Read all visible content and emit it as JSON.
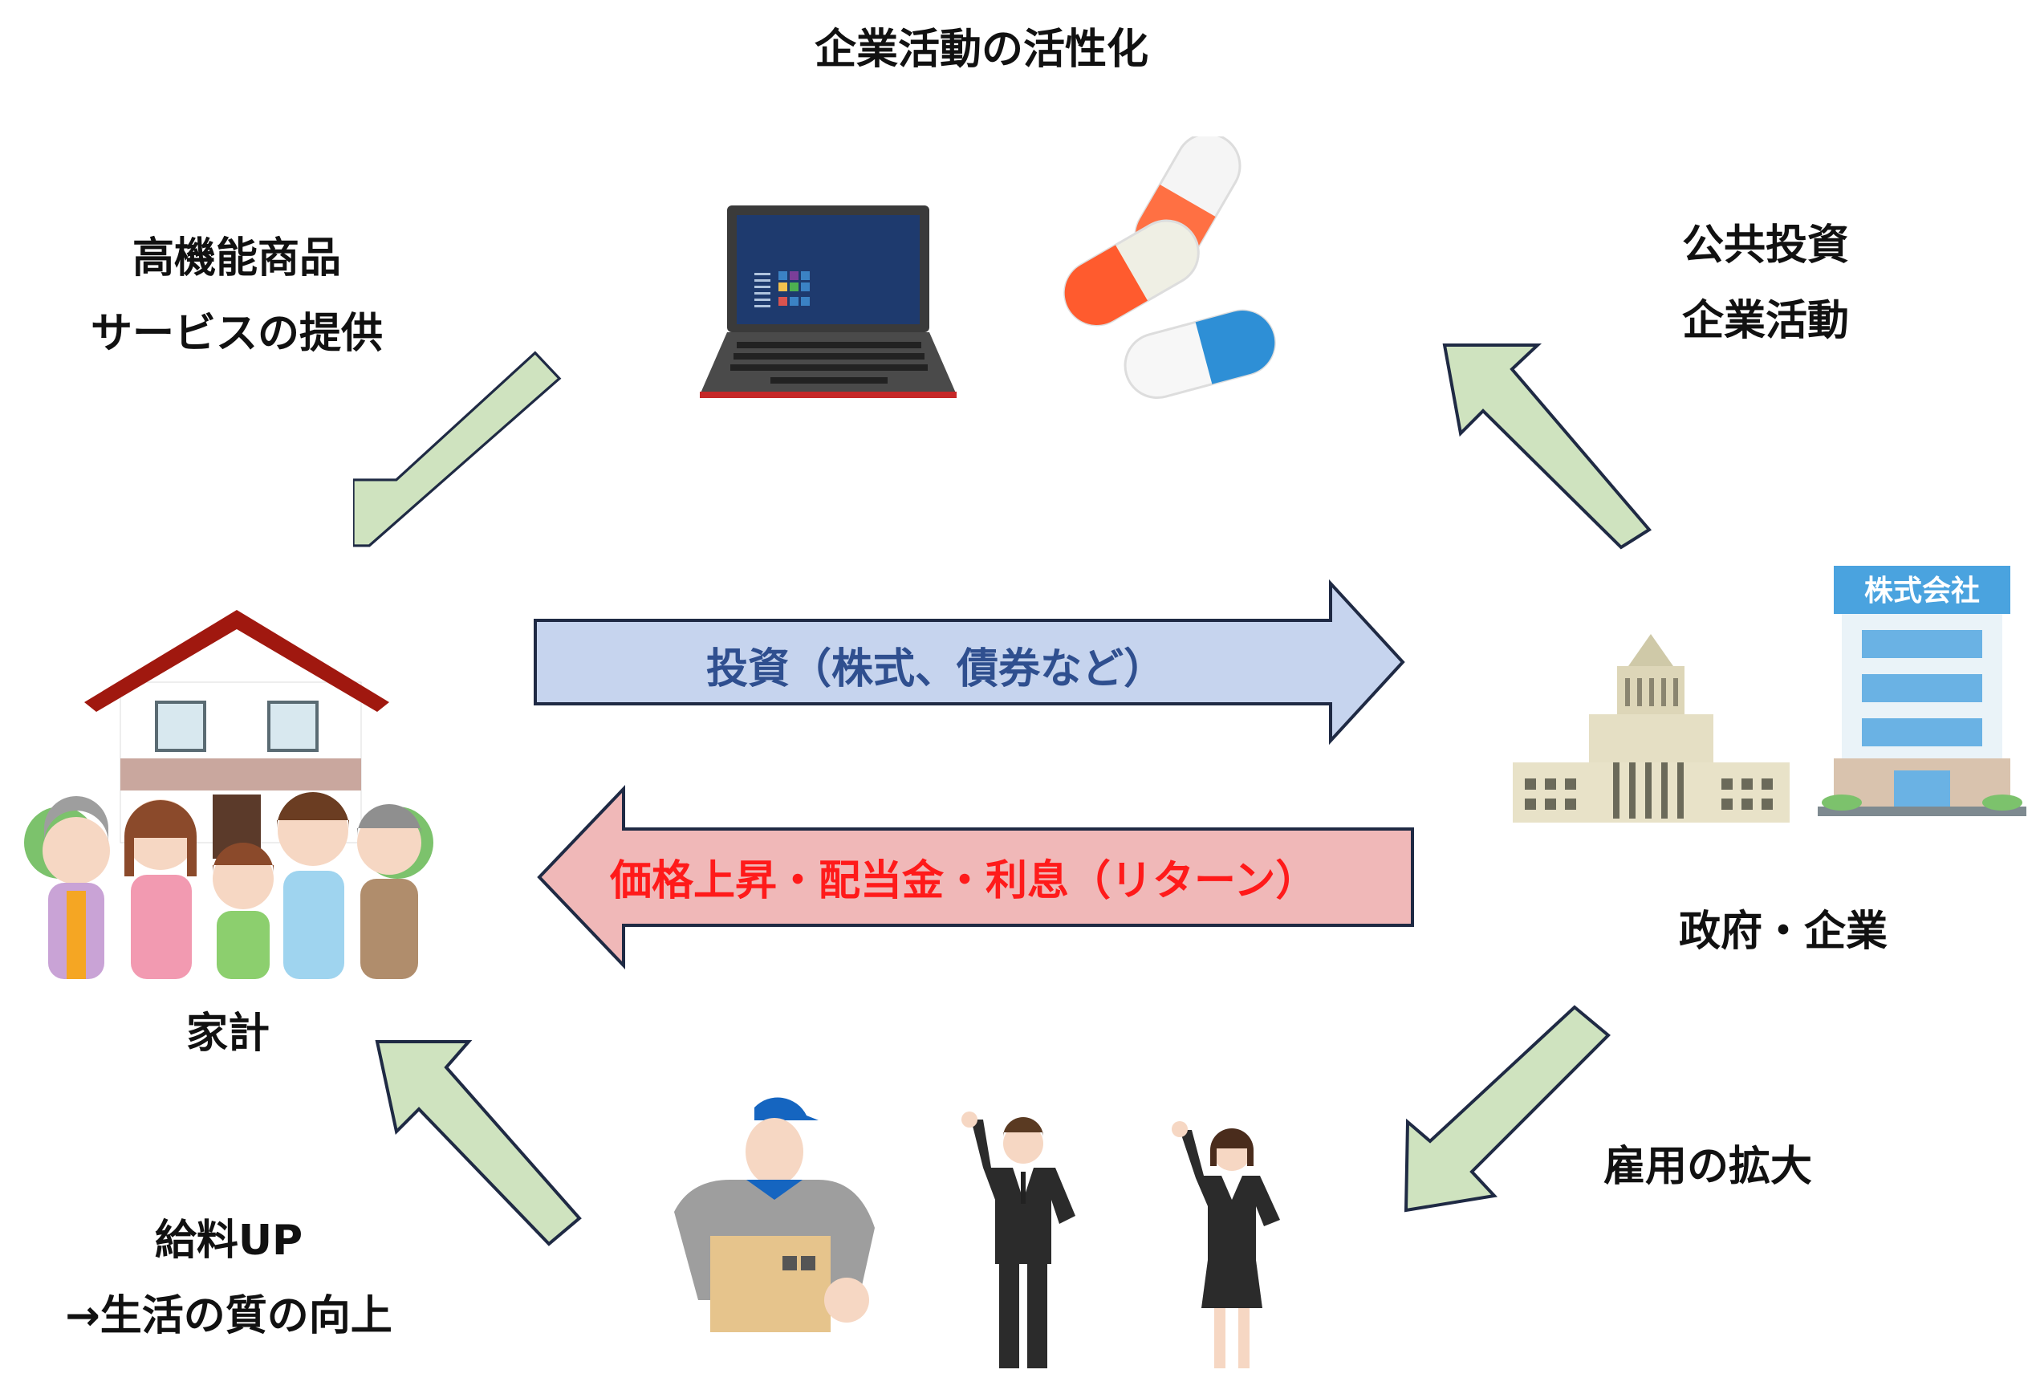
{
  "labels": {
    "top": "企業活動の活性化",
    "top_left_1": "高機能商品",
    "top_left_2": "サービスの提供",
    "top_right_1": "公共投資",
    "top_right_2": "企業活動",
    "household": "家計",
    "gov_company": "政府・企業",
    "employment": "雇用の拡大",
    "salary_1": "給料UP",
    "salary_2": "→生活の質の向上"
  },
  "arrows": {
    "investment": {
      "text": "投資（株式、債券など）",
      "color": "#2f4f8f",
      "fill": "#c6d4ee"
    },
    "returns": {
      "text": "価格上昇・配当金・利息（リターン）",
      "color": "#ff1a1a",
      "fill": "#f0b8b8"
    },
    "green_fill": "#cfe3bf",
    "outline": "#1f2a44"
  },
  "signage": {
    "company_sign": "株式会社"
  },
  "icons": [
    "laptop-icon",
    "capsules-icon",
    "house-family-icon",
    "government-building-icon",
    "company-building-icon",
    "delivery-worker-icon",
    "businessman-icon",
    "businesswoman-icon"
  ]
}
